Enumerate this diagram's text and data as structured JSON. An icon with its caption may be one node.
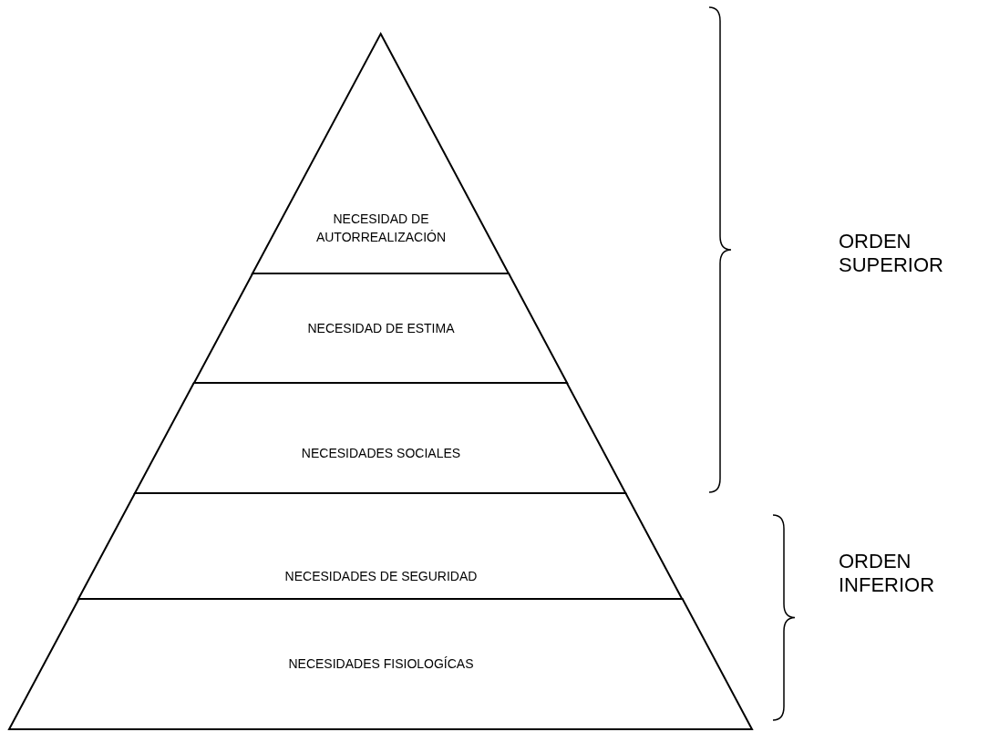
{
  "diagram": {
    "nodes": [
      {
        "text": [
          "NECESIDAD DE AUTORREALIZACIÓN"
        ]
      },
      {
        "text": [
          "NECESIDAD DE ESTIMA"
        ]
      },
      {
        "text": [
          "NECESIDADES SOCIALES"
        ]
      },
      {
        "text": [
          "NECESIDADES DE SEGURIDAD"
        ]
      },
      {
        "text": [
          "NECESIDADES FISIOLOGÍCAS"
        ]
      }
    ],
    "labels": [
      "ORDEN SUPERIOR",
      "ORDEN INFERIOR"
    ]
  }
}
